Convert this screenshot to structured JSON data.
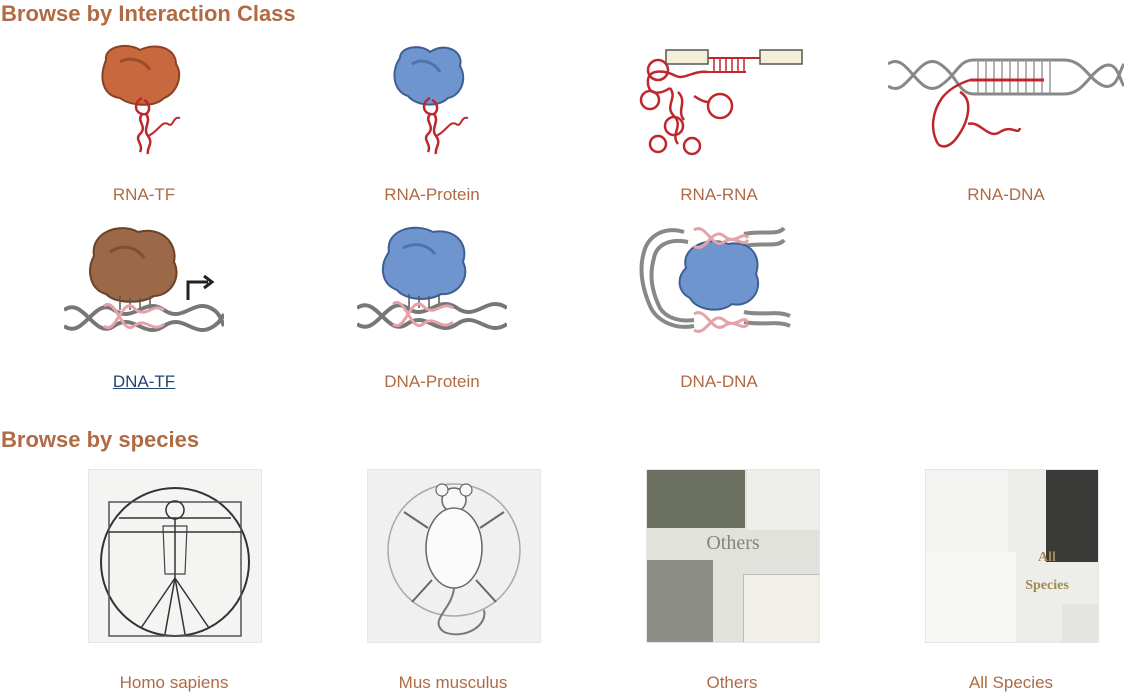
{
  "sections": {
    "interaction_title": "Browse by Interaction Class",
    "species_title": "Browse by species"
  },
  "interaction_classes": [
    {
      "label": "RNA-TF",
      "protein_color": "#c8683f"
    },
    {
      "label": "RNA-Protein",
      "protein_color": "#6f95cf"
    },
    {
      "label": "RNA-RNA"
    },
    {
      "label": "RNA-DNA"
    },
    {
      "label": "DNA-TF",
      "protein_color": "#9b6848",
      "selected": true
    },
    {
      "label": "DNA-Protein",
      "protein_color": "#6f95cf"
    },
    {
      "label": "DNA-DNA",
      "protein_color": "#6f95cf"
    }
  ],
  "species": [
    {
      "label": "Homo sapiens"
    },
    {
      "label": "Mus musculus"
    },
    {
      "label": "Others",
      "image_text": "Others"
    },
    {
      "label": "All Species",
      "image_text_line1": "All",
      "image_text_line2": "Species"
    }
  ],
  "colors": {
    "heading": "#b06a44",
    "link": "#b06a44",
    "link_active": "#22456e",
    "rna": "#c0272d",
    "dna": "#7a7a7a"
  }
}
